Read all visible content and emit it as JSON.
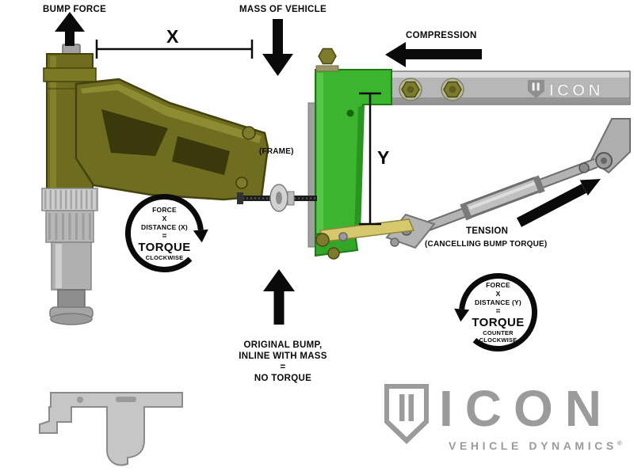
{
  "diagram": {
    "labels": {
      "bump_force": "BUMP FORCE",
      "mass_of_vehicle": "MASS OF VEHICLE",
      "compression": "COMPRESSION",
      "frame": "(FRAME)",
      "dim_x": "X",
      "dim_y": "Y",
      "tension": "TENSION",
      "tension_sub": "(CANCELLING BUMP TORQUE)"
    },
    "no_torque": {
      "line1": "ORIGINAL BUMP,",
      "line2": "INLINE WITH MASS",
      "equals": "=",
      "line3": "NO TORQUE"
    },
    "torque_cw": {
      "force": "FORCE",
      "times": "X",
      "distance": "DISTANCE (X)",
      "equals": "=",
      "torque": "TORQUE",
      "dir1": "CLOCKWISE"
    },
    "torque_ccw": {
      "force": "FORCE",
      "times": "X",
      "distance": "DISTANCE (Y)",
      "equals": "=",
      "torque": "TORQUE",
      "dir1": "COUNTER",
      "dir2": "CLOCKWISE"
    }
  },
  "logo": {
    "rail_text": "ICON",
    "brand": "ICON",
    "tagline": "VEHICLE DYNAMICS",
    "registered": "®"
  },
  "colors": {
    "bracket_green": "#3bb52d",
    "arm_olive": "#6f6d20",
    "rail_gray": "#b7b7b7",
    "logo_gray": "#9b9b9b",
    "link_tan": "#d6c96d",
    "annotation_black": "#0a0a0a"
  }
}
